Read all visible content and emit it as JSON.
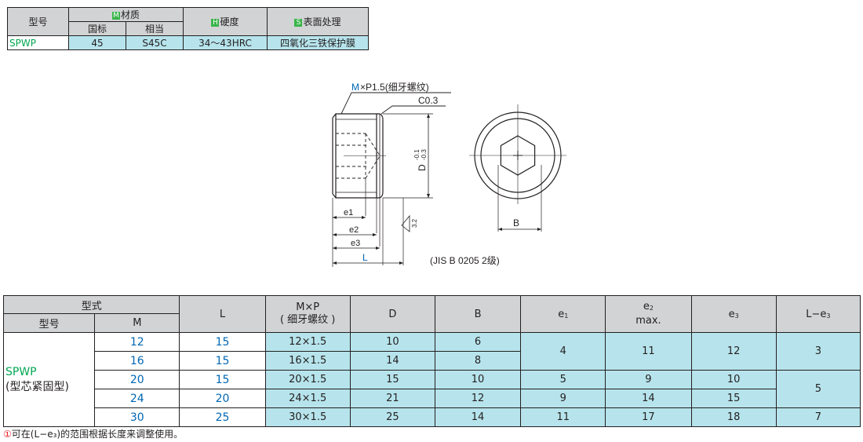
{
  "material_table": {
    "header_model": "型号",
    "header_material": "材质",
    "header_gb": "国标",
    "header_equiv": "相当",
    "header_hardness": "硬度",
    "header_surface": "表面处理",
    "tag_m": "M",
    "tag_h": "H",
    "tag_s": "S",
    "row_model": "SPWP",
    "row_gb": "45",
    "row_equiv": "S45C",
    "row_hardness": "34～43HRC",
    "row_surface": "四氧化三铁保护膜"
  },
  "drawing": {
    "thread_m": "M",
    "thread_label": "×P1.5(细牙螺纹)",
    "chamfer": "C0.3",
    "d_label": "D",
    "d_tol_upper": "-0.1",
    "d_tol_lower": "-0.3",
    "e1": "e1",
    "e2": "e2",
    "e3": "e3",
    "l": "L",
    "roughness": "3.2",
    "b": "B",
    "standard": "(JIS B 0205 2级)"
  },
  "spec_table": {
    "h_type": "型式",
    "h_model": "型号",
    "h_m": "M",
    "h_l": "L",
    "h_mp1": "M×P",
    "h_mp2": "( 细牙螺纹 )",
    "h_d": "D",
    "h_b": "B",
    "h_e1": "e",
    "h_e1s": "1",
    "h_e2": "e",
    "h_e2s": "2",
    "h_e2max": "max.",
    "h_e3": "e",
    "h_e3s": "3",
    "h_le3": "L−e",
    "h_le3s": "3",
    "model_code": "SPWP",
    "model_name": "(型芯紧固型)",
    "rows": [
      {
        "m": "12",
        "l": "15",
        "mp": "12×1.5",
        "d": "10",
        "b": "6"
      },
      {
        "m": "16",
        "l": "15",
        "mp": "16×1.5",
        "d": "14",
        "b": "8"
      },
      {
        "m": "20",
        "l": "15",
        "mp": "20×1.5",
        "d": "15",
        "b": "10"
      },
      {
        "m": "24",
        "l": "20",
        "mp": "24×1.5",
        "d": "21",
        "b": "12"
      },
      {
        "m": "30",
        "l": "25",
        "mp": "30×1.5",
        "d": "25",
        "b": "14"
      }
    ],
    "e1_a": "4",
    "e2_a": "11",
    "e3_a": "12",
    "le3_a": "3",
    "e1_c": "5",
    "e2_c": "9",
    "e3_c": "10",
    "e1_d": "9",
    "e2_d": "14",
    "e3_d": "15",
    "le3_cd": "5",
    "e1_e": "11",
    "e2_e": "17",
    "e3_e": "18",
    "le3_e": "7"
  },
  "note": {
    "icon": "①",
    "text": "可在(L−e₃)的范围根据长度来调整使用。"
  },
  "colors": {
    "header_gray": "#d1d3d4",
    "cyan": "#b7e4ec",
    "green": "#00a651",
    "blue": "#0066b3",
    "red": "#ed1c24"
  }
}
